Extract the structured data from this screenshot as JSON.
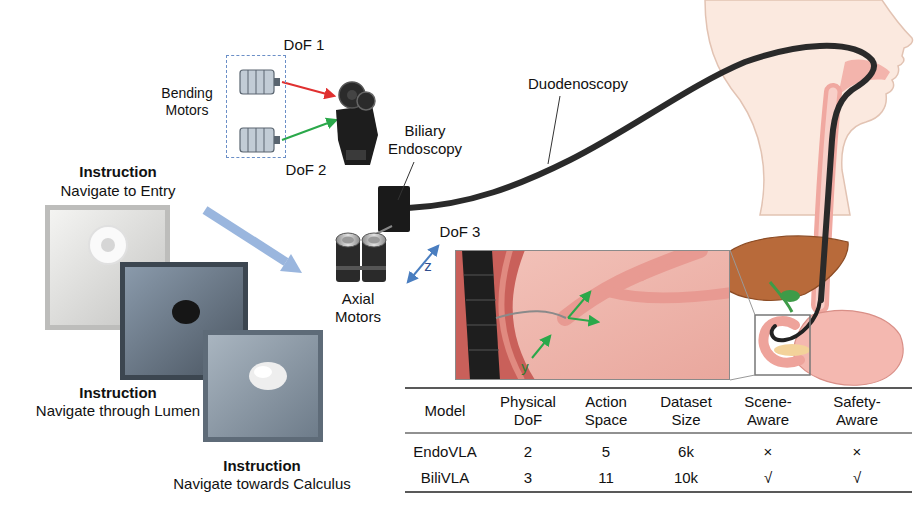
{
  "diagram": {
    "nodes": [
      {
        "text": [
          "Bending Motors"
        ]
      },
      {
        "text": [
          "Instruction",
          "Navigate to Entry"
        ]
      },
      {
        "text": [
          "Instruction",
          "Navigate through Lumen"
        ]
      },
      {
        "text": [
          "Instruction",
          "Navigate towards Calculus"
        ]
      },
      {
        "text": [
          "y"
        ]
      }
    ],
    "labels": [
      "DoF 1",
      "DoF 2",
      "Biliary Endoscopy",
      "Duodenoscopy",
      "DoF 3",
      "z",
      "Axial Motors",
      "Model",
      "Physical DoF",
      "Action Space",
      "Dataset Size",
      "Scene-Aware",
      "Safety-Aware",
      "EndoVLA",
      "2",
      "5",
      "6k",
      "×",
      "×",
      "BiliVLA",
      "3",
      "11",
      "10k",
      "√",
      "√"
    ]
  }
}
